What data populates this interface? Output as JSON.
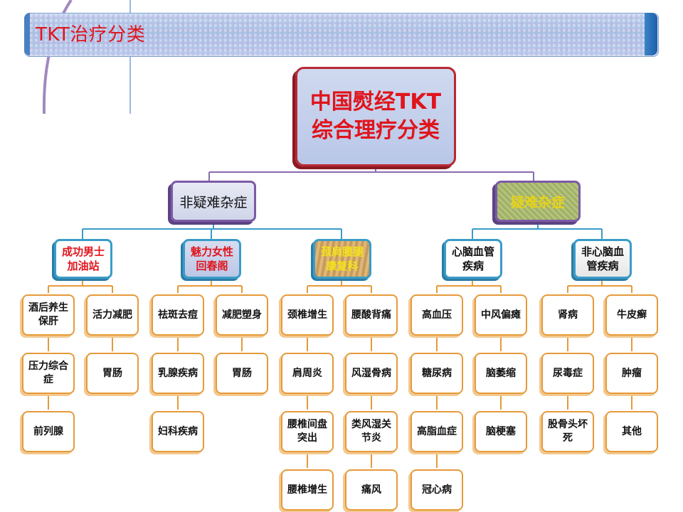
{
  "page": {
    "title": "TKT治疗分类"
  },
  "colors": {
    "title_red": "#e0141c",
    "connector": "#3a9cc8",
    "leaf_border": "#e69a3a"
  },
  "tree": {
    "root": "中国熨经TKT\n综合理疗分类",
    "branches": [
      {
        "label": "非疑难杂症",
        "groups": [
          {
            "label": "成功男士\n加油站",
            "columns": [
              [
                "酒后养生\n保肝",
                "压力综合\n症",
                "前列腺"
              ],
              [
                "活力减肥",
                "胃肠"
              ]
            ]
          },
          {
            "label": "魅力女性\n回春阁",
            "columns": [
              [
                "祛斑去痘",
                "乳腺疾病",
                "妇科疾病"
              ],
              [
                "减肥塑身",
                "胃肠"
              ]
            ]
          },
          {
            "label": "颈肩腰腿\n康复科",
            "columns": [
              [
                "颈椎增生",
                "肩周炎",
                "腰椎间盘\n突出",
                "腰椎增生"
              ],
              [
                "腰酸背痛",
                "风湿骨病",
                "类风湿关\n节炎",
                "痛风"
              ]
            ]
          }
        ]
      },
      {
        "label": "疑难杂症",
        "groups": [
          {
            "label": "心脑血管\n疾病",
            "columns": [
              [
                "高血压",
                "糖尿病",
                "高脂血症",
                "冠心病"
              ],
              [
                "中风偏瘫",
                "脑萎缩",
                "脑梗塞"
              ]
            ]
          },
          {
            "label": "非心脑血\n管疾病",
            "columns": [
              [
                "肾病",
                "尿毒症",
                "股骨头坏\n死"
              ],
              [
                "牛皮癣",
                "肿瘤",
                "其他"
              ]
            ]
          }
        ]
      }
    ]
  }
}
